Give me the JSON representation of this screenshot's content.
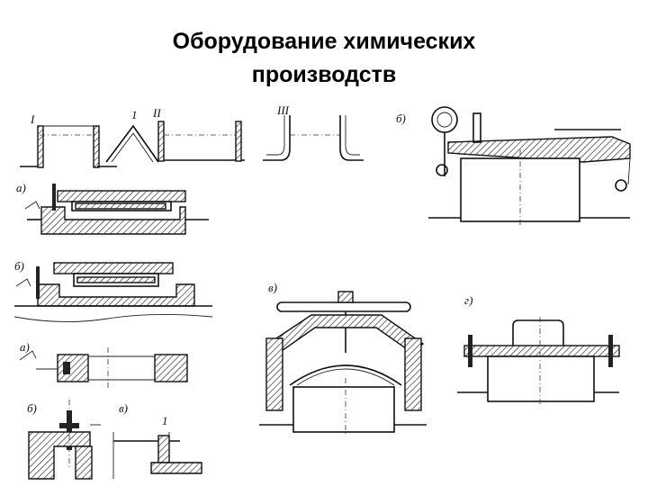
{
  "slide": {
    "title_line1": "Оборудование химических",
    "title_line2": "производств"
  },
  "figure_labels": {
    "top_left_roman1": "I",
    "top_left_roman2": "II",
    "top_left_roman3": "III",
    "top_left_num1": "1",
    "a_top": "а)",
    "b_top": "б)",
    "b_right": "б)",
    "v_center": "в)",
    "g_right": "г)",
    "a_bottom": "а)",
    "b_bottom": "б)",
    "v_bottom": "в)",
    "num1_bottom": "1"
  }
}
